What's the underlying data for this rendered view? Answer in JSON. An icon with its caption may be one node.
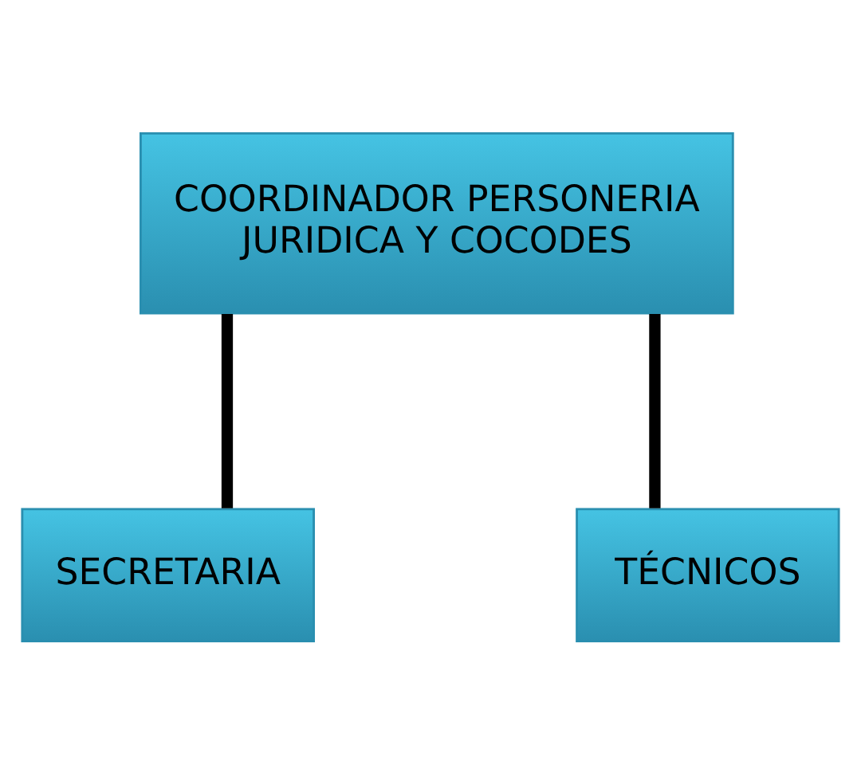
{
  "diagram": {
    "nodes": [
      {
        "text": [
          "COORDINADOR PERSONERIA JURIDICA Y COCODES"
        ]
      },
      {
        "text": [
          "SECRETARIA"
        ]
      },
      {
        "text": [
          "TÉCNICOS"
        ]
      }
    ],
    "edges": [
      {
        "from": 0,
        "to": 1,
        "arrow": "none"
      },
      {
        "from": 0,
        "to": 2,
        "arrow": "none"
      }
    ]
  }
}
